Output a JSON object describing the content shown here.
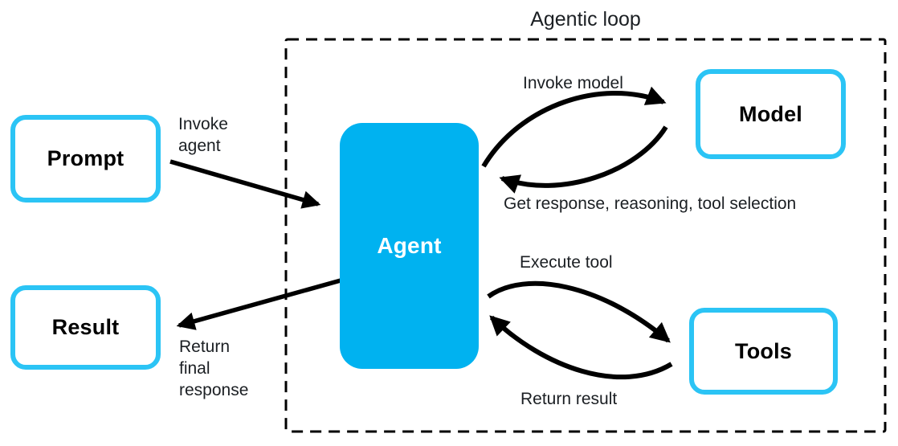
{
  "diagram": {
    "title": "Agentic loop",
    "nodes": {
      "prompt": "Prompt",
      "agent": "Agent",
      "model": "Model",
      "tools": "Tools",
      "result": "Result"
    },
    "edges": {
      "invoke_agent": "Invoke agent",
      "return_final_response": "Return final response",
      "invoke_model": "Invoke model",
      "get_response": "Get response, reasoning, tool selection",
      "execute_tool": "Execute tool",
      "return_result": "Return result"
    },
    "colors": {
      "node_fill": "#00b2f0",
      "node_border": "#2bc4f5",
      "arrow": "#000000",
      "label_text": "#1b1f23",
      "node_text": "#000000",
      "agent_text": "#ffffff"
    }
  }
}
